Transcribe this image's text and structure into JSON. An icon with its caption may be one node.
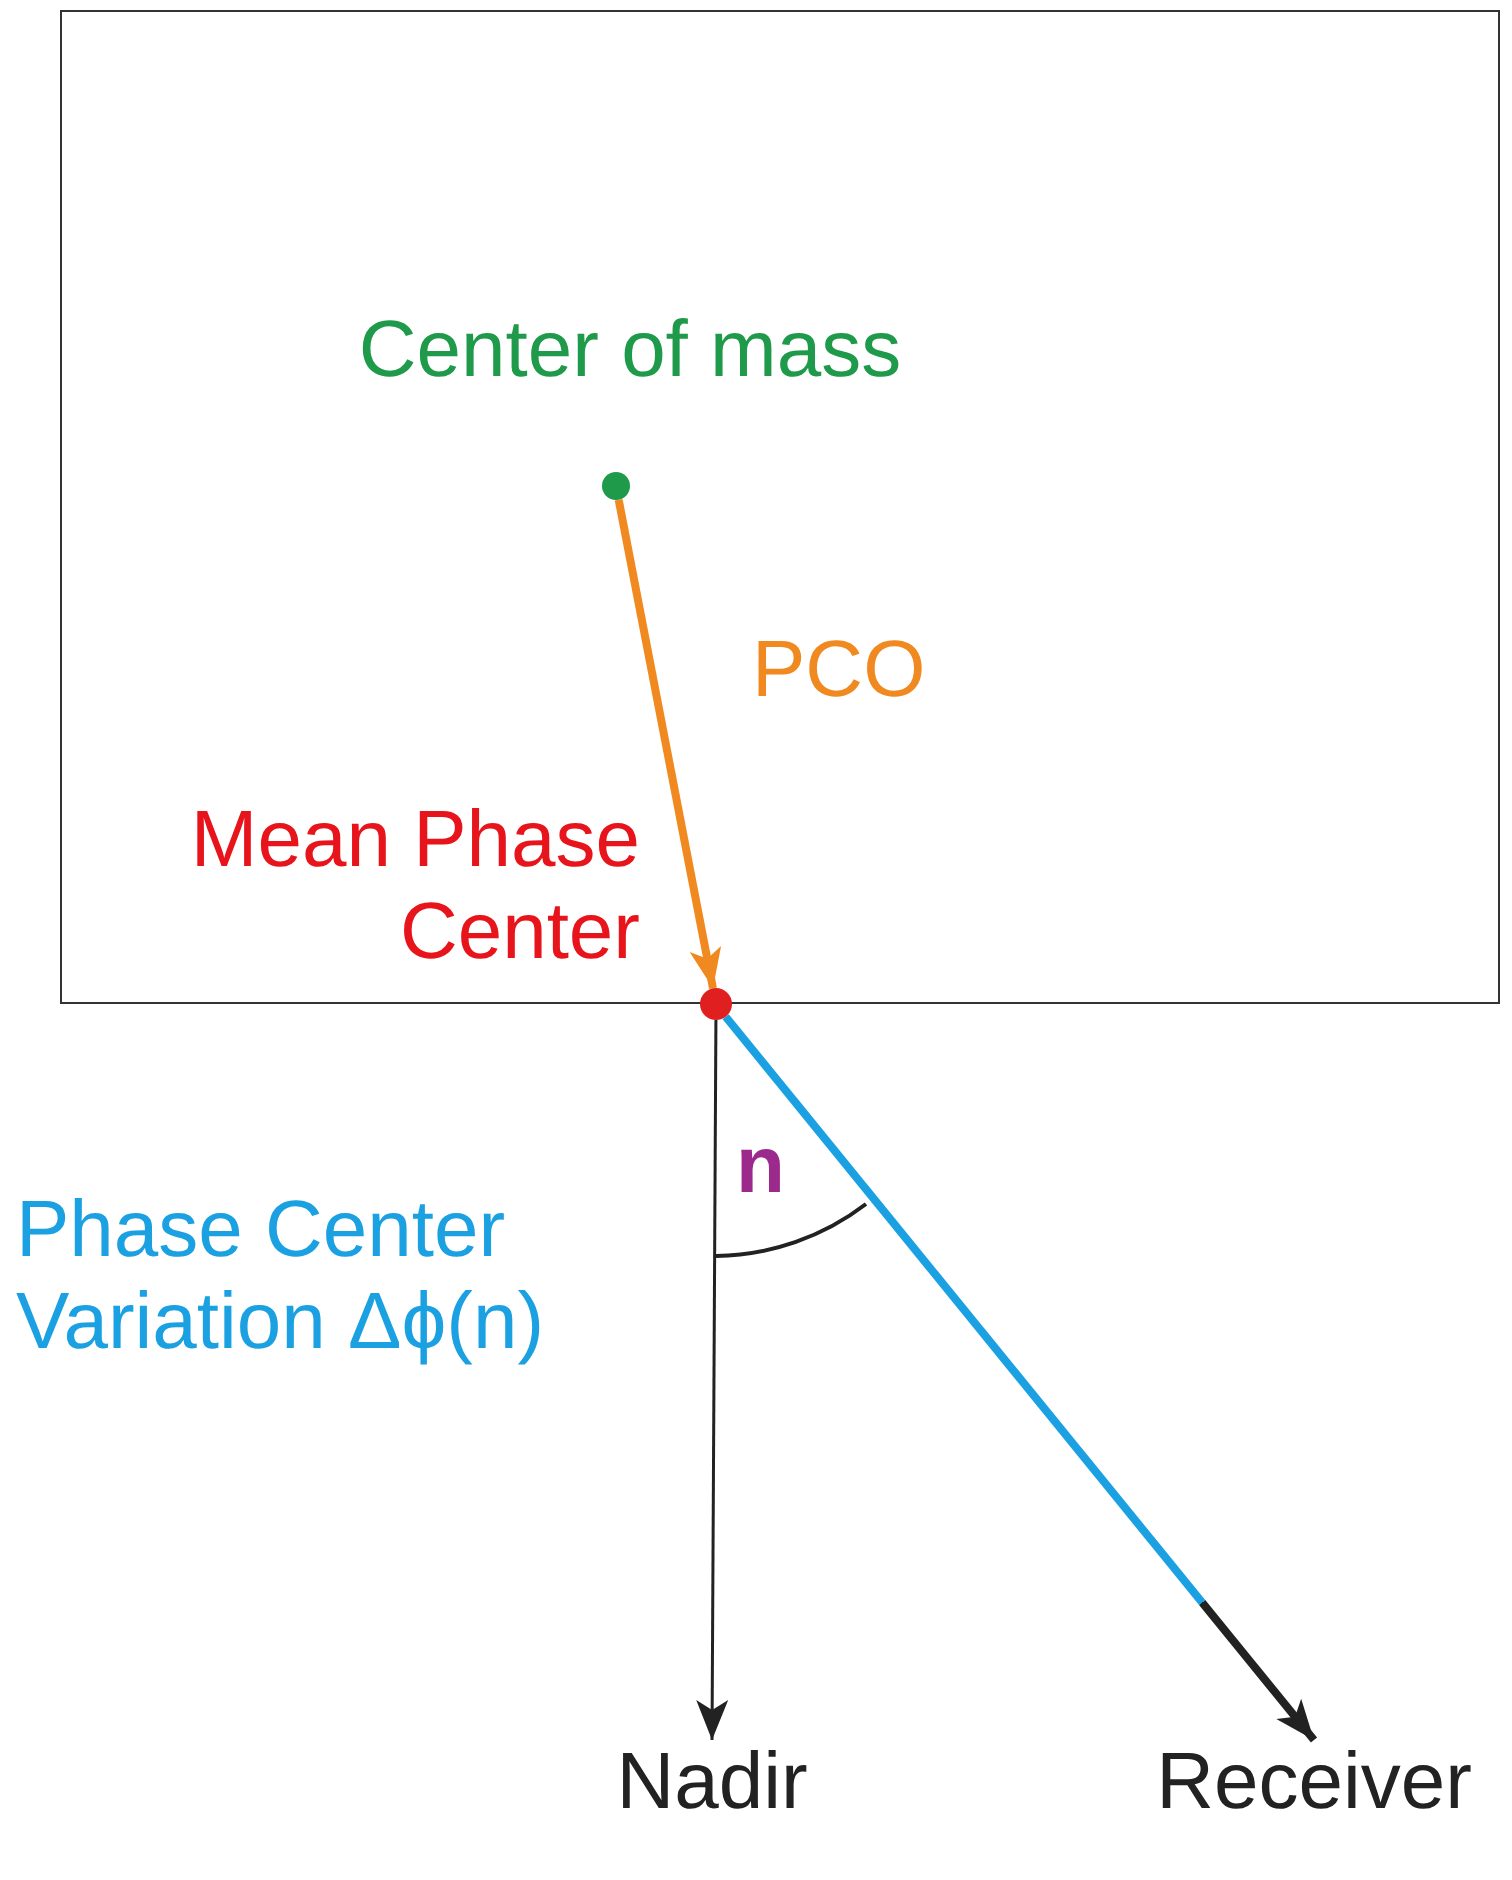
{
  "diagram": {
    "nodes": [
      {
        "text": [],
        "shape": "box"
      },
      {
        "text": [],
        "shape": "circle",
        "in": 0,
        "beside": [
          "Center of mass"
        ]
      },
      {
        "text": [],
        "shape": "circle",
        "beside": [
          "Mean Phase Center"
        ]
      },
      {
        "text": [
          "Nadir"
        ]
      },
      {
        "text": [
          "Receiver"
        ]
      }
    ],
    "edges": [
      {
        "from": 1,
        "to": 2,
        "arrow": "to",
        "label": "PCO",
        "color": "#f0891f",
        "style": "thick"
      },
      {
        "from": 2,
        "to": 3,
        "arrow": "to",
        "color": "#222222"
      },
      {
        "from": 2,
        "to": 4,
        "arrow": "to",
        "color": "#1ba1e2",
        "style": "thick"
      }
    ],
    "labels": [
      "n",
      "Phase Center Variation Δϕ(n)"
    ]
  }
}
